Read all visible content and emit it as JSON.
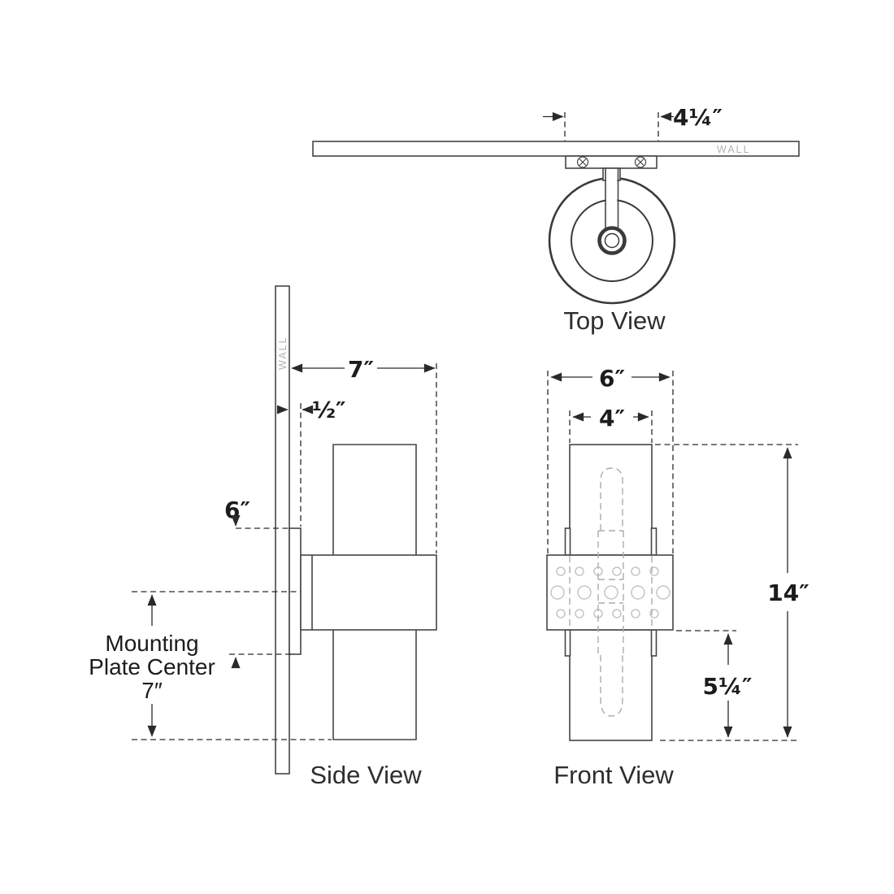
{
  "diagram": {
    "wall_label": "WALL",
    "top_view": {
      "label": "Top View",
      "plate_width": "4¼″"
    },
    "side_view": {
      "label": "Side View",
      "depth": "7″",
      "plate_thickness": "½″",
      "plate_height": "6″",
      "mounting_label_line1": "Mounting",
      "mounting_label_line2": "Plate Center",
      "mounting_center_height": "7″"
    },
    "front_view": {
      "label": "Front View",
      "backplate_width": "6″",
      "glass_width": "4″",
      "overall_height": "14″",
      "band_to_bottom": "5¼″"
    },
    "colors": {
      "line": "#454545",
      "dimension_text": "#1c1c1c",
      "hatch": "#9c9c9c",
      "hidden_line": "#ababab",
      "wall_text": "#b3b3b3"
    }
  }
}
